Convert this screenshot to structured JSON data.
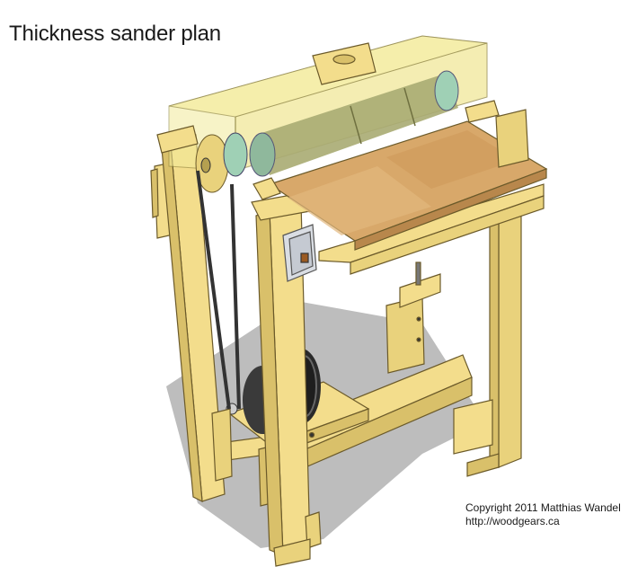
{
  "title": "Thickness sander plan",
  "credits": {
    "copyright": "Copyright 2011 Matthias Wandel",
    "url": "http://woodgears.ca"
  },
  "colors": {
    "wood": "#f3dd8c",
    "wood_edge": "#6b5a2a",
    "wood_shade": "#d9c06a",
    "shadow": "#bdbdbd",
    "drum": "#a8ab72",
    "pulley": "#9fd0b5",
    "table_top": "#d8a86a",
    "glass": "#f2ea9a",
    "belt": "#333333",
    "motor": "#3a3a3a",
    "switch_box": "#d9dde3"
  }
}
